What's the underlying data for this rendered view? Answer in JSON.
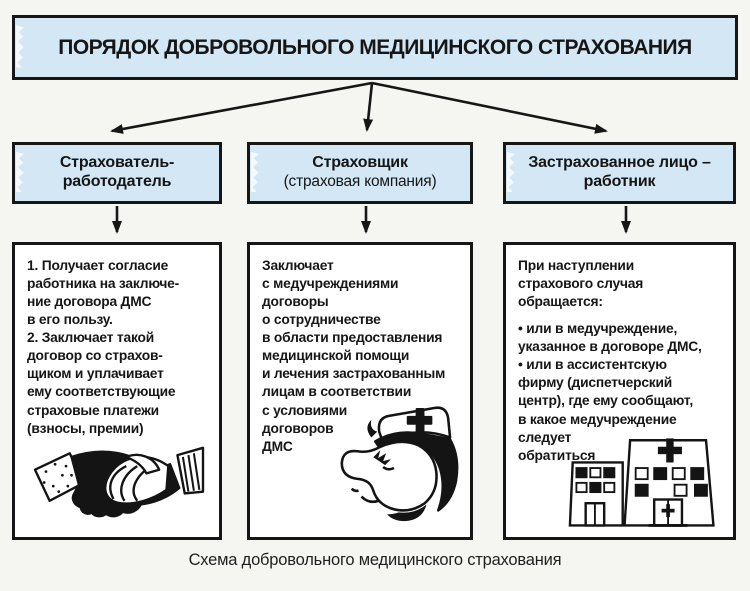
{
  "colors": {
    "box_fill_blue": "#d3e7f5",
    "ink": "#161616",
    "page_bg": "#f5f5f2",
    "detail_bg": "#ffffff"
  },
  "title": "ПОРЯДОК ДОБРОВОЛЬНОГО МЕДИЦИНСКОГО СТРАХОВАНИЯ",
  "actors": [
    {
      "label": "Страхователь-\nработодатель"
    },
    {
      "label": "Страховщик",
      "sublabel": "(страховая компания)"
    },
    {
      "label": "Застрахованное лицо –\nработник"
    }
  ],
  "details": [
    {
      "icon": "handshake-icon",
      "text": "1. Получает согласие\nработника на заключе-\nние договора ДМС\nв его пользу.\n2. Заключает такой\nдоговор со страхов-\nщиком и уплачивает\nему соответствующие\nстраховые платежи\n(взносы, премии)"
    },
    {
      "icon": "doctor-icon",
      "text": "Заключает\nс медучреждениями\nдоговоры\nо сотрудничестве\nв области предоставления\nмедицинской помощи\nи лечения застрахованным\nлицам в соответствии\nс условиями\nдоговоров\nДМС"
    },
    {
      "icon": "hospital-icon",
      "intro": "При наступлении\nстрахового случая\nобращается:",
      "bullets_text": "• или в медучреждение,\nуказанное в договоре ДМС,\n• или в ассистентскую\nфирму (диспетчерский\nцентр), где ему сообщают,\nв какое медучреждение\nследует\nобратиться"
    }
  ],
  "caption": "Схема добровольного медицинского страхования"
}
